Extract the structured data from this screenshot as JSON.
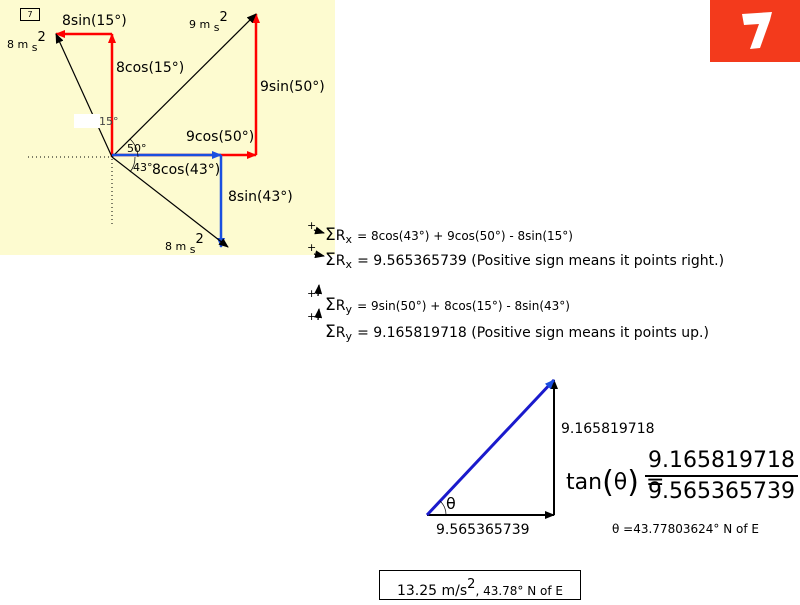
{
  "page": {
    "number": "7"
  },
  "badge": {
    "icon": "seven-logo-icon",
    "color": "#f33a1c"
  },
  "colors": {
    "red": "#ff0000",
    "blue": "#1a4fe0",
    "black": "#000000",
    "panel": "#fdfbd0"
  },
  "vectors": {
    "a": {
      "magnitude": "8 m",
      "unit_sub": "s",
      "unit_sup": "2",
      "x_comp": "8sin(15°)",
      "y_comp": "8cos(15°)",
      "angle": "15°"
    },
    "b": {
      "magnitude": "9 m",
      "unit_sub": "s",
      "unit_sup": "2",
      "x_comp": "9cos(50°)",
      "y_comp": "9sin(50°)",
      "angle": "50°"
    },
    "c": {
      "magnitude": "8 m",
      "unit_sub": "s",
      "unit_sup": "2",
      "x_comp": "8cos(43°)",
      "y_comp": "8sin(43°)",
      "angle": "43°"
    }
  },
  "equations": {
    "sigma": "Σ",
    "R": "R",
    "x": "x",
    "y": "y",
    "plus": "+",
    "rx_formula": "=  8cos(43°) + 9cos(50°) - 8sin(15°)",
    "rx_value": "= 9.565365739 (Positive sign means it points right.)",
    "ry_formula": "=  9sin(50°) + 8cos(15°) - 8sin(43°)",
    "ry_value": "= 9.165819718 (Positive sign means it points up.)"
  },
  "triangle": {
    "opposite": "9.165819718",
    "adjacent": "9.565365739",
    "theta": "θ",
    "tan": "tan",
    "lparen": "(",
    "rparen": ")",
    "equals": "=",
    "frac_num": "9.165819718",
    "frac_den": "9.565365739",
    "angle_result": "θ =43.77803624° N of E"
  },
  "result": {
    "magnitude": "13.25 m/s",
    "sup": "2",
    "direction": ", 43.78° N of E"
  }
}
